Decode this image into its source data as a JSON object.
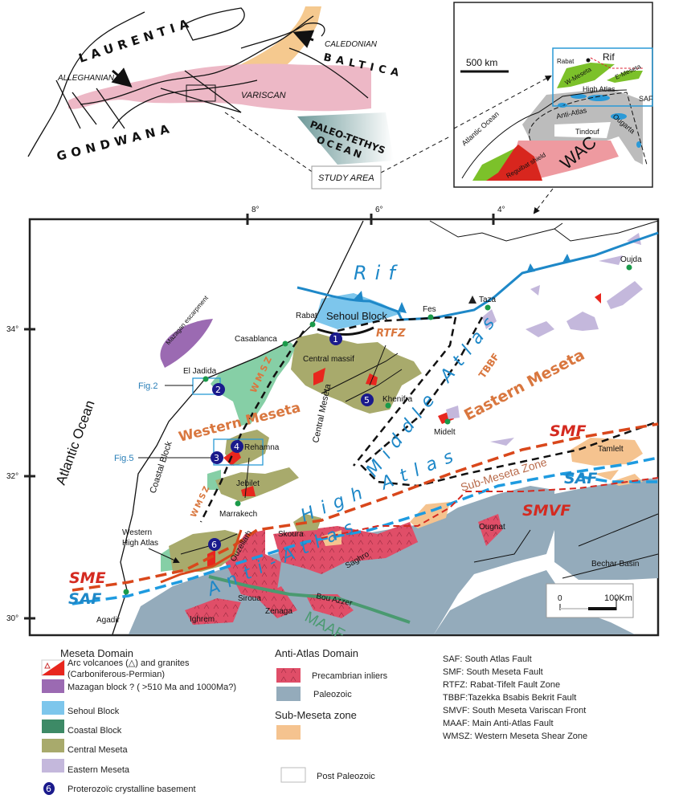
{
  "colors": {
    "variscan": "#edb8c6",
    "caledonian": "#f5c98f",
    "paleo_tethys": "#6f9a9a",
    "sehoul": "#7dc6ec",
    "coastal": "#86cfa6",
    "coastal_legend": "#3d8a66",
    "central_meseta": "#a8aa6c",
    "eastern_meseta": "#c4b8dc",
    "mazagan": "#9b6ab2",
    "arc_volcanoes": "#e8261e",
    "precambrian": "#e04e68",
    "paleozoic": "#94abbb",
    "sub_meseta": "#f5c38f",
    "basement": "#1a1a8c",
    "rif_front": "#1e88c8",
    "smf": "#d9471b",
    "saf": "#1e9be0",
    "maaf": "#4a9a70",
    "inset_green": "#7cc12a",
    "inset_grey": "#bcbcbc",
    "inset_blue": "#2b9ad8",
    "inset_pink": "#ee9aa0",
    "inset_red": "#d8261e"
  },
  "paleo_inset": {
    "laurentia": "LAURENTIA",
    "alleghanian": "ALLEGHANIAN",
    "variscan": "VARISCAN",
    "caledonian": "CALEDONIAN",
    "baltica": "BALTICA",
    "gondwana": "GONDWANA",
    "paleo_tethys_1": "PALEO-TETHYS",
    "paleo_tethys_2": "OCEAN",
    "study_area": "STUDY AREA"
  },
  "africa_inset": {
    "scale": "500 km",
    "rabat": "Rabat",
    "rif": "Rif",
    "w_meseta": "W-Meseta",
    "e_meseta": "E-Meseta",
    "high_atlas": "High Atlas",
    "saf": "SAF",
    "anti_atlas": "Anti-Atlas",
    "tindouf": "Tindouf",
    "ougarta": "Ougarta",
    "atlantic": "Atlantic Ocean",
    "reguibat": "Reguibat shield",
    "wac": "WAC"
  },
  "main_map": {
    "lon_ticks": [
      "8°",
      "6°",
      "4°"
    ],
    "lat_ticks": [
      "34°",
      "32°",
      "30°"
    ],
    "atlantic": "Atlantic Ocean",
    "rif": "Rif",
    "sehoul": "Sehoul Block",
    "rtfz": "RTFZ",
    "tbbf": "TBBF",
    "wmsz": "WMSZ",
    "central_massif": "Central massif",
    "central_meseta": "Central Meseta",
    "coastal_block": "Coastal Block",
    "western_meseta": "Western Meseta",
    "eastern_meseta": "Eastern Meseta",
    "middle_atlas": "Middle Atlas",
    "high_atlas": "High Atlas",
    "anti_atlas": "Anti-Atlas",
    "sub_meseta": "Sub-Meseta Zone",
    "mazagan": "Mazagan escarpment",
    "smf": "SMF",
    "saf": "SAF",
    "smvf": "SMVF",
    "sme": "SME",
    "saf_west": "SAF",
    "maaf": "MAAF",
    "fig2": "Fig.2",
    "fig5": "Fig.5",
    "places": {
      "rabat": "Rabat",
      "casablanca": "Casablanca",
      "el_jadida": "El Jadida",
      "fes": "Fes",
      "taza": "Taza",
      "oujda": "Oujda",
      "khenifra": "Khenifra",
      "midelt": "Midelt",
      "rehamna": "Rehamna",
      "jebilet": "Jebilet",
      "marrakech": "Marrakech",
      "western_high_atlas_1": "Western",
      "western_high_atlas_2": "High Atlas",
      "skoura": "Skoura",
      "ougnat": "Ougnat",
      "tamlelt": "Tamlelt",
      "bechar": "Bechar Basin",
      "ouzellarh": "Ouzellarh",
      "siroua": "Siroua",
      "saghro": "Saghro",
      "zenaga": "Zenaga",
      "bou_azzer": "Bou Azzer",
      "ighrem": "Ighrem",
      "agadir": "Agadir"
    },
    "basement_numbers": [
      "1",
      "2",
      "3",
      "4",
      "5",
      "6"
    ],
    "scale_zero": "0",
    "scale_end": "100Km"
  },
  "legend": {
    "meseta_title": "Meseta Domain",
    "arc_1": "Arc volcanoes (△) and granites",
    "arc_2": "(Carboniferous-Permian)",
    "mazagan": "Mazagan block ? ( >510 Ma and 1000Ma?)",
    "sehoul": "Sehoul Block",
    "coastal": "Coastal Block",
    "central": "Central Meseta",
    "eastern": "Eastern Meseta",
    "basement_symbol": "6",
    "basement": "Proterozoïc crystalline basement",
    "anti_atlas_title": "Anti-Atlas Domain",
    "precambrian": "Precambrian inliers",
    "paleozoic": "Paleozoic",
    "sub_meseta_title": "Sub-Meseta zone",
    "post_paleozoic": "Post Paleozoic",
    "abbreviations": [
      "SAF: South Atlas Fault",
      "SMF: South  Meseta Fault",
      "RTFZ: Rabat-Tifelt Fault Zone",
      "TBBF:Tazekka Bsabis Bekrit  Fault",
      "SMVF: South Meseta Variscan Front",
      "MAAF: Main Anti-Atlas Fault",
      "WMSZ: Western Meseta Shear Zone"
    ]
  }
}
